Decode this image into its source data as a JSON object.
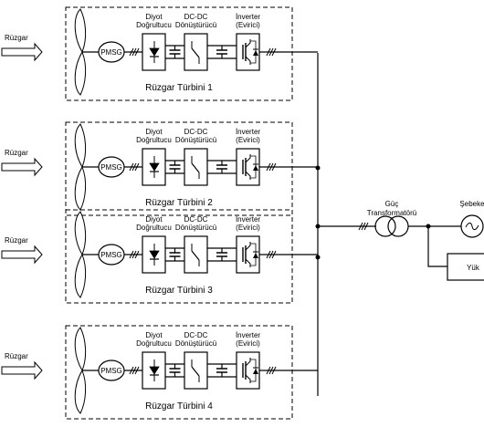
{
  "wind_label": "Rüzgar",
  "generator_label": "PMSG",
  "rectifier": {
    "line1": "Diyot",
    "line2": "Doğrultucu"
  },
  "converter": {
    "line1": "DC-DC",
    "line2": "Dönüştürücü"
  },
  "inverter": {
    "line1": "İnverter",
    "line2": "(Evirici)"
  },
  "turbines": [
    {
      "title": "Rüzgar Türbini 1"
    },
    {
      "title": "Rüzgar Türbini 2"
    },
    {
      "title": "Rüzgar Türbini 3"
    },
    {
      "title": "Rüzgar Türbini 4"
    }
  ],
  "transformer": {
    "line1": "Güç",
    "line2": "Transformatörü"
  },
  "grid_label": "Şebeke",
  "load_label": "Yük"
}
